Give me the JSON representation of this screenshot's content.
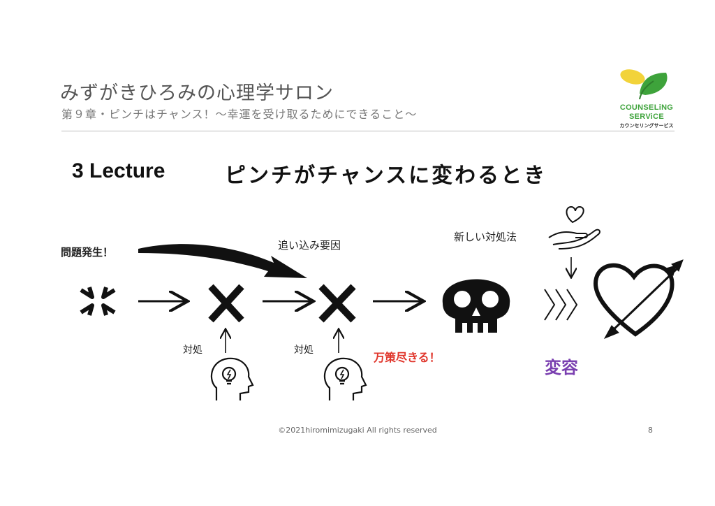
{
  "header": {
    "salon_title": "みずがきひろみの心理学サロン",
    "chapter_title": "第９章・ピンチはチャンス！～幸運を受け取るためにできること～"
  },
  "logo": {
    "line1": "COUNSELiNG",
    "line2": "SERViCE",
    "line3": "カウンセリングサービス",
    "leaf_yellow": "#f2d33a",
    "leaf_green": "#3ea33b"
  },
  "slide": {
    "lecture_number": "3 Lecture",
    "lecture_title": "ピンチがチャンスに変わるとき"
  },
  "diagram": {
    "problem_label": "問題発生！",
    "cornering_label": "追い込み要因",
    "new_coping_label": "新しい対処法",
    "coping_label_1": "対処",
    "coping_label_2": "対処",
    "exhausted_label": "万策尽きる！",
    "transformation_label": "変容",
    "icons": [
      "anger-icon",
      "cross-icon",
      "cross-icon",
      "skull-icon",
      "heart-in-hand-icon",
      "chevrons-icon",
      "heart-arrow-icon",
      "head-lightbulb-icon"
    ],
    "red_color": "#e0352b",
    "purple_color": "#7a3fb0"
  },
  "footer": {
    "copyright": "©2021hiromimizugaki All rights reserved",
    "page_number": "8"
  }
}
